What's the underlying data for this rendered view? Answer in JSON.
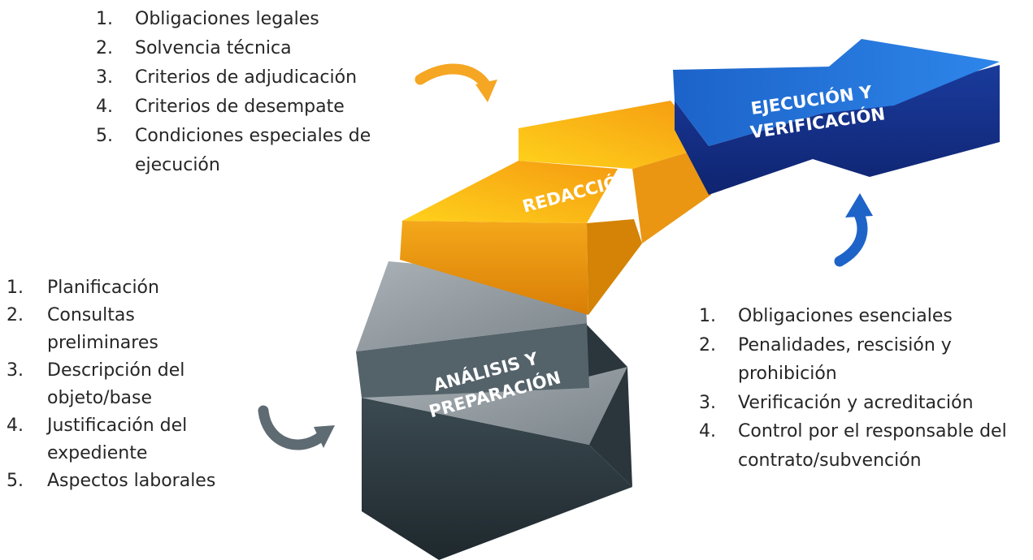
{
  "stages": {
    "analisis": {
      "label_lines": [
        "ANÁLISIS Y",
        "PREPARACIÓN"
      ],
      "items": [
        {
          "num": "1.",
          "text": "Planificación"
        },
        {
          "num": "2.",
          "text": "Consultas preliminares"
        },
        {
          "num": "3.",
          "text": "Descripción del objeto/base"
        },
        {
          "num": "4.",
          "text": "Justificación del expediente"
        },
        {
          "num": "5.",
          "text": "Aspectos laborales"
        }
      ]
    },
    "redaccion": {
      "label_lines": [
        "REDACCIÓN"
      ],
      "items": [
        {
          "num": "1.",
          "text": "Obligaciones legales"
        },
        {
          "num": "2.",
          "text": "Solvencia técnica"
        },
        {
          "num": "3.",
          "text": "Criterios de adjudicación"
        },
        {
          "num": "4.",
          "text": "Criterios de desempate"
        },
        {
          "num": "5.",
          "text": "Condiciones especiales de ejecución"
        }
      ]
    },
    "ejecucion": {
      "label_lines": [
        "EJECUCIÓN Y",
        "VERIFICACIÓN"
      ],
      "items": [
        {
          "num": "1.",
          "text": "Obligaciones esenciales"
        },
        {
          "num": "2.",
          "text": "Penalidades, rescisión y prohibición"
        },
        {
          "num": "3.",
          "text": "Verificación y acreditación"
        },
        {
          "num": "4.",
          "text": "Control por el responsable del contrato/subvención"
        }
      ]
    }
  },
  "colors": {
    "gray_top": "#8e979c",
    "gray_side": "#2e3b41",
    "gray_band": "#54626a",
    "orange_top": "#f7b21a",
    "orange_side": "#e8940a",
    "blue_top": "#1f6fd3",
    "blue_side": "#16308a",
    "arrow_orange": "#f5a623",
    "arrow_gray": "#5f6b73",
    "arrow_blue": "#1e63c8"
  }
}
